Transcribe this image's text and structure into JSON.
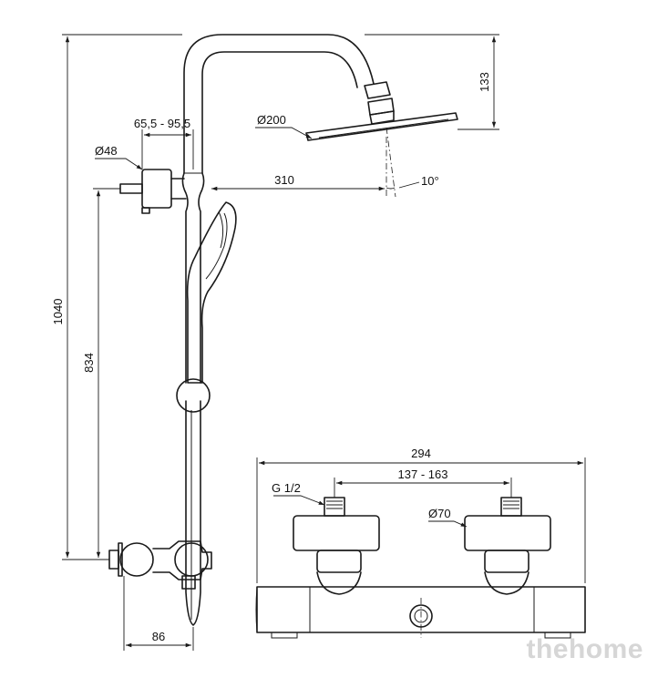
{
  "dimensions": {
    "total_height": "1040",
    "inlet_height": "834",
    "rail_offset": "65,5 - 95,5",
    "holder_diameter": "Ø48",
    "head_projection": "310",
    "head_drop": "133",
    "head_diameter": "Ø200",
    "tilt_angle": "10°",
    "wall_projection": "86",
    "mixer_width": "294",
    "inlet_spacing": "137 - 163",
    "thread": "G 1/2",
    "escutcheon_diameter": "Ø70"
  },
  "watermark": "thehome"
}
